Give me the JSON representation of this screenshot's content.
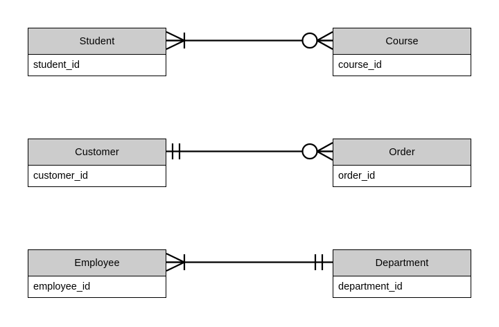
{
  "diagram": {
    "type": "er-diagram",
    "notation": "crow's-foot",
    "background_color": "#ffffff",
    "entity_header_color": "#cccccc",
    "entity_body_color": "#ffffff",
    "line_color": "#000000",
    "entities": [
      {
        "id": "student",
        "name": "Student",
        "attribute": "student_id"
      },
      {
        "id": "course",
        "name": "Course",
        "attribute": "course_id"
      },
      {
        "id": "customer",
        "name": "Customer",
        "attribute": "customer_id"
      },
      {
        "id": "order",
        "name": "Order",
        "attribute": "order_id"
      },
      {
        "id": "employee",
        "name": "Employee",
        "attribute": "employee_id"
      },
      {
        "id": "department",
        "name": "Department",
        "attribute": "department_id"
      }
    ],
    "relationships": [
      {
        "id": "student-course",
        "from": "student",
        "to": "course",
        "from_cardinality": "one-or-many",
        "from_symbol": "crows-foot-with-bar",
        "to_cardinality": "zero-or-many",
        "to_symbol": "circle-with-crows-foot"
      },
      {
        "id": "customer-order",
        "from": "customer",
        "to": "order",
        "from_cardinality": "exactly-one",
        "from_symbol": "double-bar",
        "to_cardinality": "zero-or-many",
        "to_symbol": "circle-with-crows-foot"
      },
      {
        "id": "employee-department",
        "from": "employee",
        "to": "department",
        "from_cardinality": "one-or-many",
        "from_symbol": "crows-foot-with-bar",
        "to_cardinality": "exactly-one",
        "to_symbol": "double-bar"
      }
    ]
  }
}
